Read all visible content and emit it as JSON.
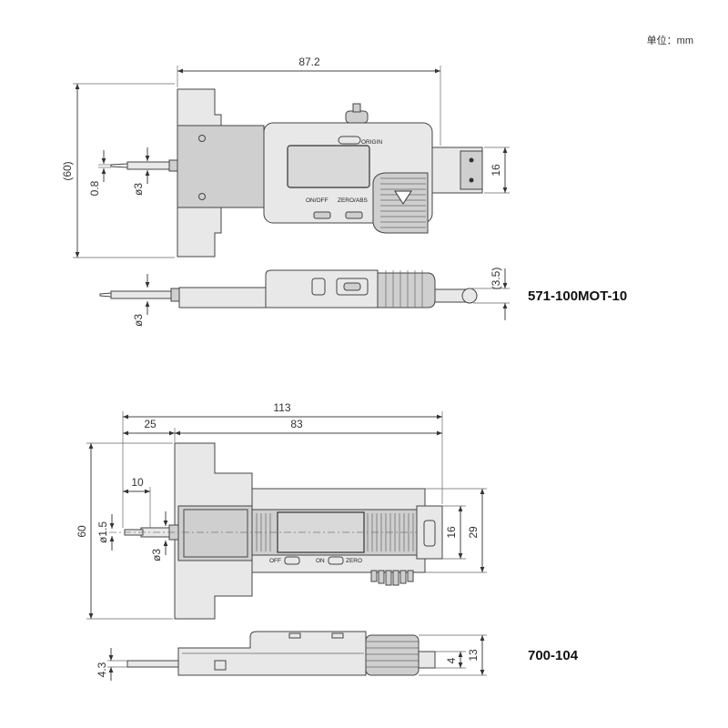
{
  "unit_label": "单位：mm",
  "model_1": {
    "name": "571-100MOT-10",
    "dims": {
      "total_length": "87.2",
      "height": "(60)",
      "probe_dia": "0.8",
      "rod_dia": "ø3",
      "head_height": "16",
      "side_rod_dia": "ø3",
      "side_thickness": "(3.5)"
    },
    "labels": {
      "origin": "ORIGIN",
      "on_off": "ON/OFF",
      "zero_abs": "ZERO/ABS"
    }
  },
  "model_2": {
    "name": "700-104",
    "dims": {
      "total_length": "113",
      "rod_length": "25",
      "body_length": "83",
      "tip_length": "10",
      "height": "60",
      "probe_dia": "ø1.5",
      "rod_dia": "ø3",
      "head_height": "16",
      "body_height": "29",
      "side_height": "4.3",
      "side_small": "4",
      "side_thickness": "13"
    },
    "labels": {
      "off": "OFF",
      "on": "ON",
      "zero": "ZERO"
    }
  }
}
